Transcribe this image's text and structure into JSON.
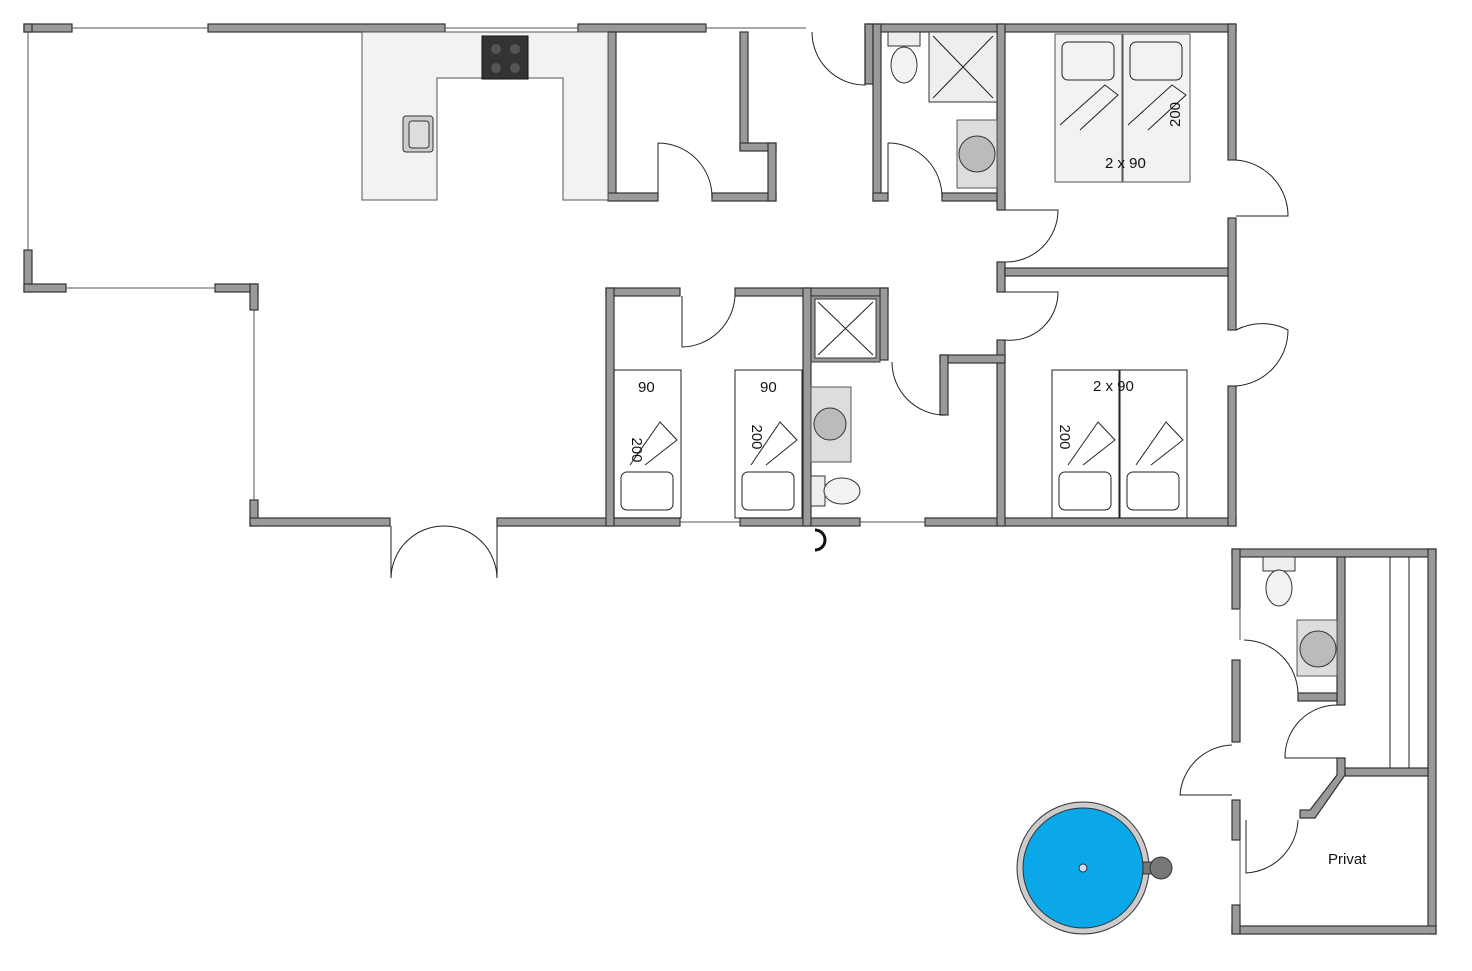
{
  "rooms": {
    "bedroom_ne": {
      "bed_label": "2 x 90",
      "length_label": "200"
    },
    "bedroom_bunk_left": {
      "width_label": "90",
      "length_label": "200"
    },
    "bedroom_bunk_right": {
      "width_label": "90",
      "length_label": "200"
    },
    "bedroom_se": {
      "bed_label": "2 x 90",
      "length_label": "200"
    },
    "annex": {
      "label": "Privat"
    }
  },
  "colors": {
    "wall": "#9a9a9a",
    "pool": "#0aa8e8",
    "fixture": "#f2f2f2"
  }
}
